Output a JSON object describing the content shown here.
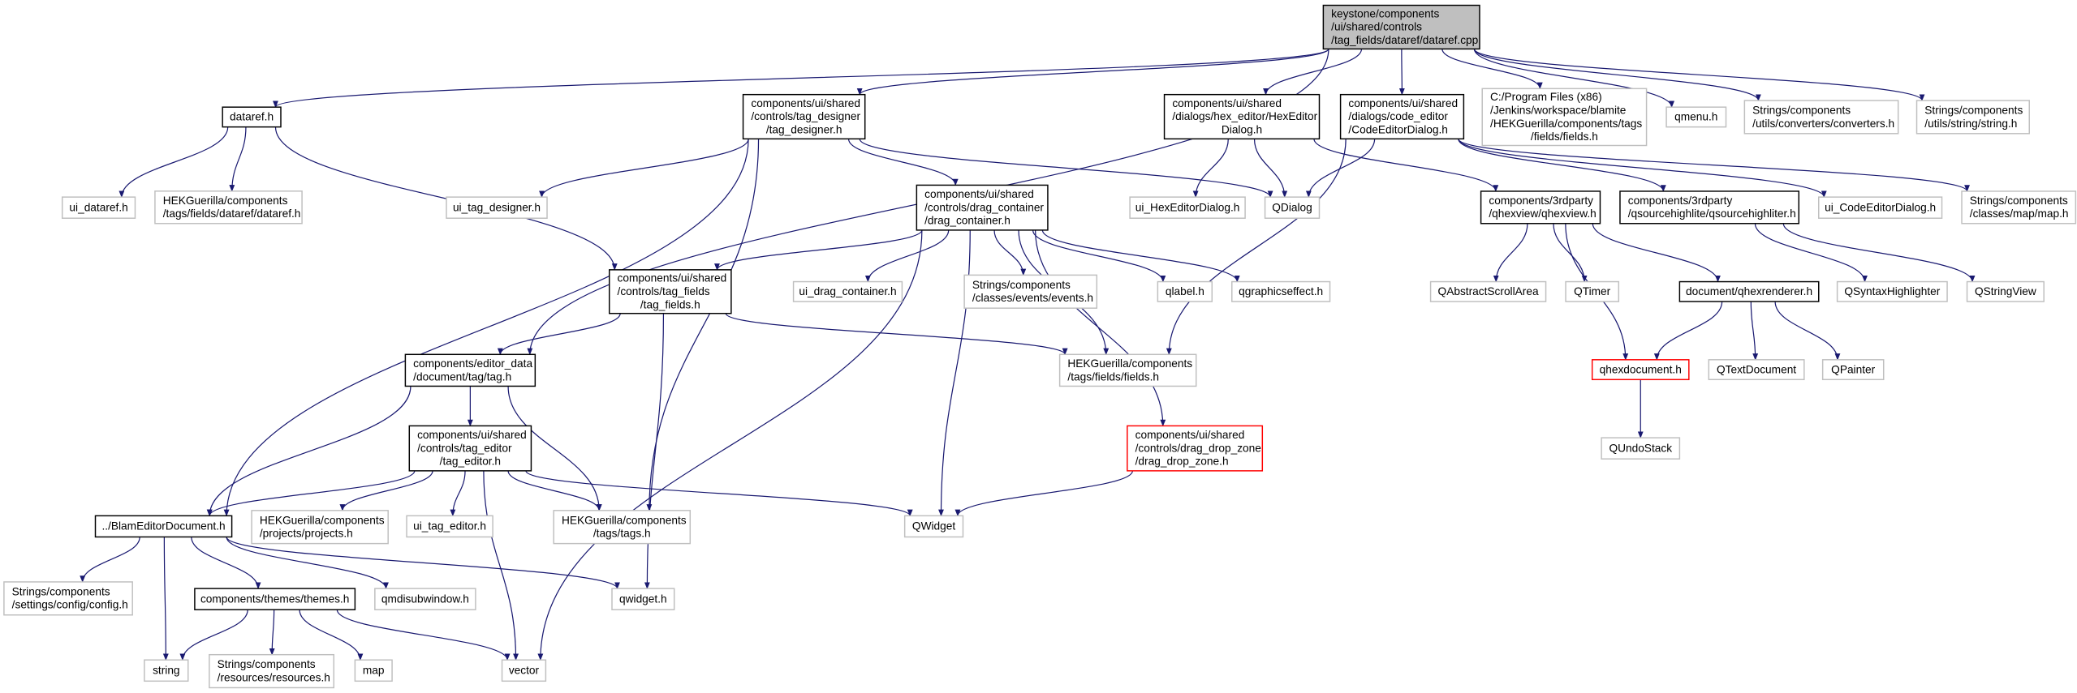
{
  "colors": {
    "edge": "#191970",
    "root_fill": "#bfbfbf",
    "documented_border": "#000000",
    "external_border": "#bfbfbf",
    "truncated_border": "#ff0000"
  },
  "nodes": [
    {
      "id": "root",
      "kind": "root",
      "label": [
        "keystone/components",
        "/ui/shared/controls",
        "/tag_fields/dataref/dataref.cpp"
      ]
    },
    {
      "id": "dataref_h",
      "kind": "doc",
      "label": [
        "dataref.h"
      ]
    },
    {
      "id": "tag_designer",
      "kind": "doc",
      "label": [
        "components/ui/shared",
        "/controls/tag_designer",
        "/tag_designer.h"
      ]
    },
    {
      "id": "hex_editor",
      "kind": "doc",
      "label": [
        "components/ui/shared",
        "/dialogs/hex_editor/HexEditor",
        "Dialog.h"
      ]
    },
    {
      "id": "code_editor",
      "kind": "doc",
      "label": [
        "components/ui/shared",
        "/dialogs/code_editor",
        "/CodeEditorDialog.h"
      ]
    },
    {
      "id": "fields_abs",
      "kind": "ext",
      "label": [
        "C:/Program Files (x86)",
        "/Jenkins/workspace/blamite",
        "/HEKGuerilla/components/tags",
        "/fields/fields.h"
      ]
    },
    {
      "id": "qmenu",
      "kind": "ext",
      "label": [
        "qmenu.h"
      ]
    },
    {
      "id": "converters",
      "kind": "ext",
      "label": [
        "Strings/components",
        "/utils/converters/converters.h"
      ]
    },
    {
      "id": "string_h",
      "kind": "ext",
      "label": [
        "Strings/components",
        "/utils/string/string.h"
      ]
    },
    {
      "id": "ui_dataref",
      "kind": "ext",
      "label": [
        "ui_dataref.h"
      ]
    },
    {
      "id": "hek_dataref",
      "kind": "ext",
      "label": [
        "HEKGuerilla/components",
        "/tags/fields/dataref/dataref.h"
      ]
    },
    {
      "id": "ui_tag_designer",
      "kind": "ext",
      "label": [
        "ui_tag_designer.h"
      ]
    },
    {
      "id": "drag_container",
      "kind": "doc",
      "label": [
        "components/ui/shared",
        "/controls/drag_container",
        "/drag_container.h"
      ]
    },
    {
      "id": "qdialog",
      "kind": "ext",
      "label": [
        "QDialog"
      ]
    },
    {
      "id": "ui_hex",
      "kind": "ext",
      "label": [
        "ui_HexEditorDialog.h"
      ]
    },
    {
      "id": "qhexview",
      "kind": "doc",
      "label": [
        "components/3rdparty",
        "/qhexview/qhexview.h"
      ]
    },
    {
      "id": "qsource",
      "kind": "doc",
      "label": [
        "components/3rdparty",
        "/qsourcehighlite/qsourcehighliter.h"
      ]
    },
    {
      "id": "ui_code",
      "kind": "ext",
      "label": [
        "ui_CodeEditorDialog.h"
      ]
    },
    {
      "id": "map_h",
      "kind": "ext",
      "label": [
        "Strings/components",
        "/classes/map/map.h"
      ]
    },
    {
      "id": "tag_fields",
      "kind": "doc",
      "label": [
        "components/ui/shared",
        "/controls/tag_fields",
        "/tag_fields.h"
      ]
    },
    {
      "id": "ui_drag",
      "kind": "ext",
      "label": [
        "ui_drag_container.h"
      ]
    },
    {
      "id": "events",
      "kind": "ext",
      "label": [
        "Strings/components",
        "/classes/events/events.h"
      ]
    },
    {
      "id": "qlabel",
      "kind": "ext",
      "label": [
        "qlabel.h"
      ]
    },
    {
      "id": "qgraphics",
      "kind": "ext",
      "label": [
        "qgraphicseffect.h"
      ]
    },
    {
      "id": "qabstract",
      "kind": "ext",
      "label": [
        "QAbstractScrollArea"
      ]
    },
    {
      "id": "qtimer",
      "kind": "ext",
      "label": [
        "QTimer"
      ]
    },
    {
      "id": "qhexrenderer",
      "kind": "doc",
      "label": [
        "document/qhexrenderer.h"
      ]
    },
    {
      "id": "qsyntax",
      "kind": "ext",
      "label": [
        "QSyntaxHighlighter"
      ]
    },
    {
      "id": "qstringview",
      "kind": "ext",
      "label": [
        "QStringView"
      ]
    },
    {
      "id": "tag_h",
      "kind": "doc",
      "label": [
        "components/editor_data",
        "/document/tag/tag.h"
      ]
    },
    {
      "id": "hek_fields",
      "kind": "ext",
      "label": [
        "HEKGuerilla/components",
        "/tags/fields/fields.h"
      ]
    },
    {
      "id": "qhexdocument",
      "kind": "trunc",
      "label": [
        "qhexdocument.h"
      ]
    },
    {
      "id": "qtextdocument",
      "kind": "ext",
      "label": [
        "QTextDocument"
      ]
    },
    {
      "id": "qpainter",
      "kind": "ext",
      "label": [
        "QPainter"
      ]
    },
    {
      "id": "tag_editor",
      "kind": "doc",
      "label": [
        "components/ui/shared",
        "/controls/tag_editor",
        "/tag_editor.h"
      ]
    },
    {
      "id": "drag_drop",
      "kind": "trunc",
      "label": [
        "components/ui/shared",
        "/controls/drag_drop_zone",
        "/drag_drop_zone.h"
      ]
    },
    {
      "id": "qundostack",
      "kind": "ext",
      "label": [
        "QUndoStack"
      ]
    },
    {
      "id": "blam",
      "kind": "doc",
      "label": [
        "../BlamEditorDocument.h"
      ]
    },
    {
      "id": "projects",
      "kind": "ext",
      "label": [
        "HEKGuerilla/components",
        "/projects/projects.h"
      ]
    },
    {
      "id": "ui_tag_editor",
      "kind": "ext",
      "label": [
        "ui_tag_editor.h"
      ]
    },
    {
      "id": "tags_h",
      "kind": "ext",
      "label": [
        "HEKGuerilla/components",
        "/tags/tags.h"
      ]
    },
    {
      "id": "qwidget_cap",
      "kind": "ext",
      "label": [
        "QWidget"
      ]
    },
    {
      "id": "config",
      "kind": "ext",
      "label": [
        "Strings/components",
        "/settings/config/config.h"
      ]
    },
    {
      "id": "themes",
      "kind": "doc",
      "label": [
        "components/themes/themes.h"
      ]
    },
    {
      "id": "qmdi",
      "kind": "ext",
      "label": [
        "qmdisubwindow.h"
      ]
    },
    {
      "id": "qwidget_h",
      "kind": "ext",
      "label": [
        "qwidget.h"
      ]
    },
    {
      "id": "string",
      "kind": "ext",
      "label": [
        "string"
      ]
    },
    {
      "id": "resources",
      "kind": "ext",
      "label": [
        "Strings/components",
        "/resources/resources.h"
      ]
    },
    {
      "id": "map",
      "kind": "ext",
      "label": [
        "map"
      ]
    },
    {
      "id": "vector",
      "kind": "ext",
      "label": [
        "vector"
      ]
    }
  ],
  "edges": [
    [
      "root",
      "dataref_h"
    ],
    [
      "root",
      "tag_designer"
    ],
    [
      "root",
      "hex_editor"
    ],
    [
      "root",
      "code_editor"
    ],
    [
      "root",
      "fields_abs"
    ],
    [
      "root",
      "qmenu"
    ],
    [
      "root",
      "converters"
    ],
    [
      "root",
      "string_h"
    ],
    [
      "root",
      "tag_h"
    ],
    [
      "dataref_h",
      "ui_dataref"
    ],
    [
      "dataref_h",
      "hek_dataref"
    ],
    [
      "dataref_h",
      "tag_fields"
    ],
    [
      "tag_designer",
      "ui_tag_designer"
    ],
    [
      "tag_designer",
      "qdialog"
    ],
    [
      "tag_designer",
      "drag_container"
    ],
    [
      "tag_designer",
      "blam"
    ],
    [
      "tag_designer",
      "tags_h"
    ],
    [
      "hex_editor",
      "ui_hex"
    ],
    [
      "hex_editor",
      "qdialog"
    ],
    [
      "hex_editor",
      "qhexview"
    ],
    [
      "code_editor",
      "qdialog"
    ],
    [
      "code_editor",
      "hek_fields"
    ],
    [
      "code_editor",
      "qsource"
    ],
    [
      "code_editor",
      "ui_code"
    ],
    [
      "code_editor",
      "map_h"
    ],
    [
      "drag_container",
      "tag_fields"
    ],
    [
      "drag_container",
      "ui_drag"
    ],
    [
      "drag_container",
      "events"
    ],
    [
      "drag_container",
      "qlabel"
    ],
    [
      "drag_container",
      "qgraphics"
    ],
    [
      "drag_container",
      "hek_fields"
    ],
    [
      "drag_container",
      "qwidget_cap"
    ],
    [
      "drag_container",
      "vector"
    ],
    [
      "drag_container",
      "drag_drop"
    ],
    [
      "tag_fields",
      "tag_h"
    ],
    [
      "tag_fields",
      "hek_fields"
    ],
    [
      "tag_fields",
      "qwidget_h"
    ],
    [
      "qhexview",
      "qabstract"
    ],
    [
      "qhexview",
      "qtimer"
    ],
    [
      "qhexview",
      "qhexdocument"
    ],
    [
      "qhexview",
      "qhexrenderer"
    ],
    [
      "qsource",
      "qsyntax"
    ],
    [
      "qsource",
      "qstringview"
    ],
    [
      "qhexrenderer",
      "qhexdocument"
    ],
    [
      "qhexrenderer",
      "qtextdocument"
    ],
    [
      "qhexrenderer",
      "qpainter"
    ],
    [
      "qhexdocument",
      "qundostack"
    ],
    [
      "drag_drop",
      "qwidget_cap"
    ],
    [
      "tag_h",
      "blam"
    ],
    [
      "tag_h",
      "tag_editor"
    ],
    [
      "tag_h",
      "tags_h"
    ],
    [
      "tag_editor",
      "blam"
    ],
    [
      "tag_editor",
      "projects"
    ],
    [
      "tag_editor",
      "ui_tag_editor"
    ],
    [
      "tag_editor",
      "vector"
    ],
    [
      "tag_editor",
      "tags_h"
    ],
    [
      "tag_editor",
      "qwidget_cap"
    ],
    [
      "blam",
      "config"
    ],
    [
      "blam",
      "string"
    ],
    [
      "blam",
      "themes"
    ],
    [
      "blam",
      "qmdi"
    ],
    [
      "blam",
      "qwidget_h"
    ],
    [
      "themes",
      "string"
    ],
    [
      "themes",
      "resources"
    ],
    [
      "themes",
      "map"
    ],
    [
      "themes",
      "vector"
    ]
  ]
}
